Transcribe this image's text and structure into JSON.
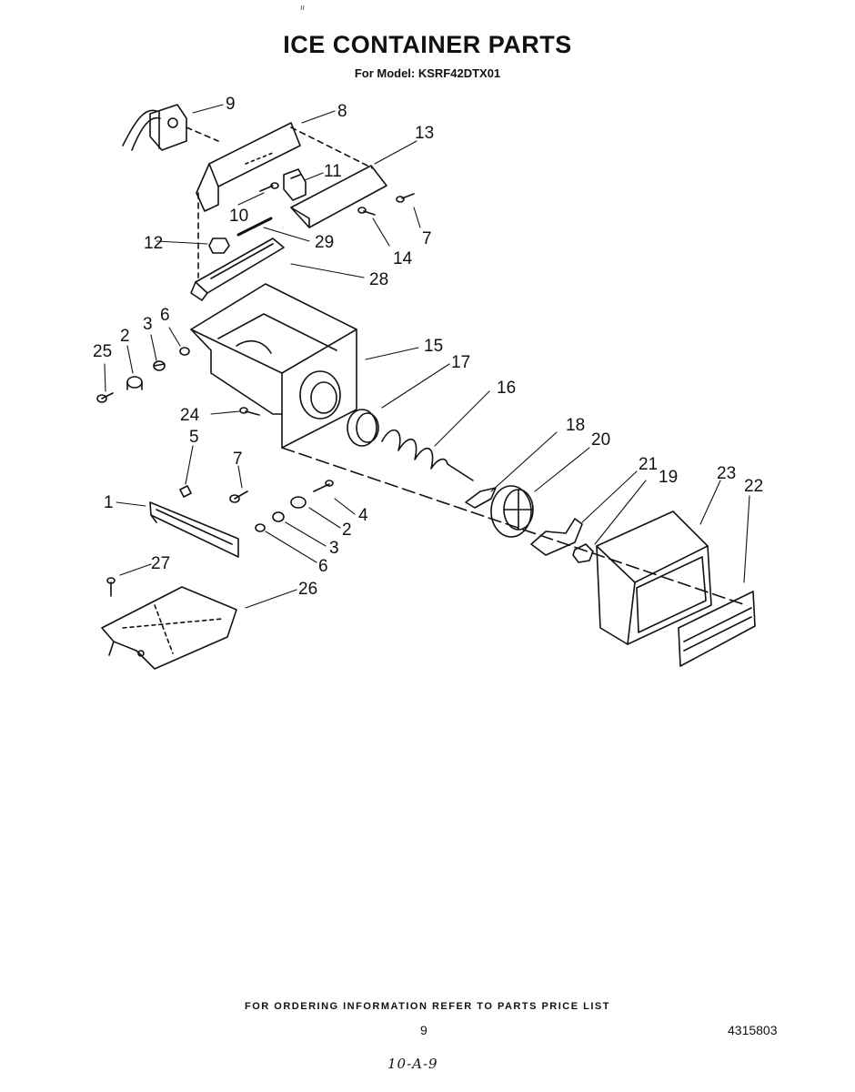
{
  "header": {
    "top_mark": "ıı",
    "title": "ICE CONTAINER PARTS",
    "subtitle": "For Model: KSRF42DTX01"
  },
  "diagram": {
    "callouts": [
      "9",
      "8",
      "13",
      "11",
      "10",
      "7",
      "14",
      "12",
      "29",
      "28",
      "6",
      "3",
      "2",
      "25",
      "15",
      "17",
      "16",
      "24",
      "5",
      "7",
      "18",
      "20",
      "21",
      "19",
      "23",
      "22",
      "1",
      "4",
      "2",
      "3",
      "6",
      "27",
      "26"
    ]
  },
  "footer": {
    "note": "FOR ORDERING INFORMATION REFER TO PARTS PRICE LIST",
    "page_number": "9",
    "doc_number": "4315803",
    "handwritten": "10-A-9"
  }
}
